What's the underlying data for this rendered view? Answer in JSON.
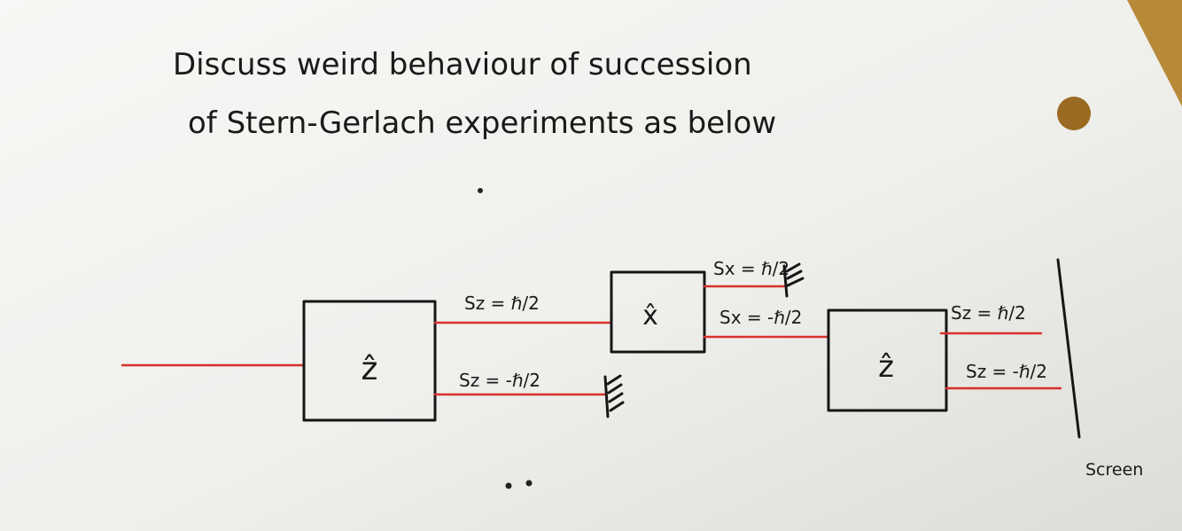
{
  "heading": {
    "line1": "Discuss weird behaviour of succession",
    "line2": "of Stern-Gerlach experiments as below"
  },
  "devices": {
    "first": "ẑ",
    "second": "x̂",
    "third": "ẑ"
  },
  "beam_labels": {
    "first_up": "Sz = ℏ/2",
    "first_down": "Sz = -ℏ/2",
    "second_up": "Sx = ℏ/2",
    "second_down": "Sx = -ℏ/2",
    "third_up": "Sz = ℏ/2",
    "third_down": "Sz = -ℏ/2"
  },
  "screen_label": "Screen",
  "colors": {
    "paper": "#f1f1ee",
    "ink": "#161616",
    "beam": "#d8302c",
    "wood": "#b78a3a",
    "hole": "#9a6a22"
  }
}
